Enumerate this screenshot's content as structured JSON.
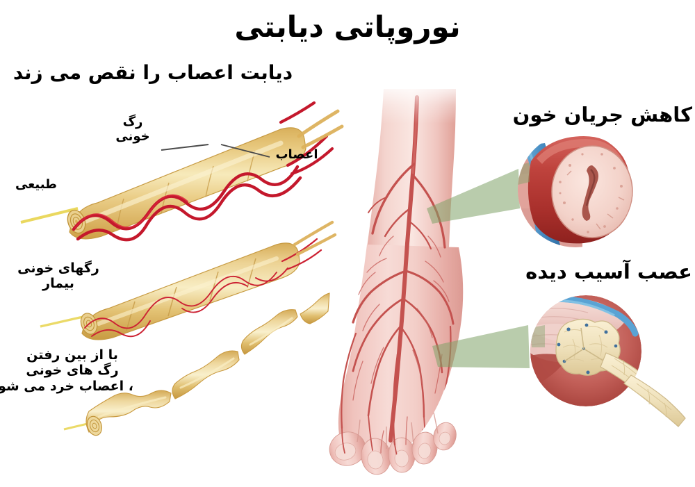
{
  "poster": {
    "title": "نوروپاتی دیابتی",
    "subtitle": "دیابت اعصاب را نقص می زند",
    "language": "fa",
    "background_color": "#ffffff",
    "text_color": "#000000"
  },
  "left_panel": {
    "name": "nerve-degeneration-series",
    "callout_labels": {
      "blood_vessel": "رگ\nخونی",
      "nerves": "اعصاب"
    },
    "stages": [
      {
        "id": "normal",
        "label": "طبیعی",
        "description_lines": [
          "طبیعی"
        ],
        "nerve_color": "#e2bd68",
        "nerve_highlight": "#f5e3ad",
        "vessel_color": "#c9182b",
        "vessel_thickness": "thick",
        "state": "healthy"
      },
      {
        "id": "diseased-vessels",
        "label": "رگهای خونی بیمار",
        "description_lines": [
          "رگهای خونی",
          "بیمار"
        ],
        "nerve_color": "#e2bd68",
        "nerve_highlight": "#f5e3ad",
        "vessel_color": "#cc2233",
        "vessel_thickness": "thin",
        "state": "damaged"
      },
      {
        "id": "nerve-breakdown",
        "label": "با از بین رفتن رگ های خونی ، اعصاب خرد می شوند",
        "description_lines": [
          "با از بین رفتن",
          "رگ های خونی",
          "، اعصاب خرد می شوند"
        ],
        "nerve_color": "#ddbb6a",
        "nerve_highlight": "#f3e4b0",
        "vessel_color": "none",
        "vessel_thickness": "none",
        "state": "degenerated"
      }
    ]
  },
  "center_panel": {
    "name": "foot-anatomy-illustration",
    "skin_color": "#efc3bd",
    "skin_shadow": "#dba39c",
    "artery_color": "#c4524f",
    "callout_wedge_color": "#8fae79"
  },
  "right_panel": {
    "callouts": [
      {
        "id": "reduced-blood-flow",
        "label": "کاهش جریان خون",
        "inset": "artery-cross-section",
        "artery_color": "#c0443f",
        "vein_color": "#4f96c8",
        "lumen_color": "#f2d4cd"
      },
      {
        "id": "damaged-nerve",
        "label": "عصب آسیب دیده",
        "inset": "nerve-bundle-cross-section",
        "tissue_color": "#c04a45",
        "nerve_color": "#f0e4c0",
        "vein_color": "#6fb0da"
      }
    ]
  }
}
